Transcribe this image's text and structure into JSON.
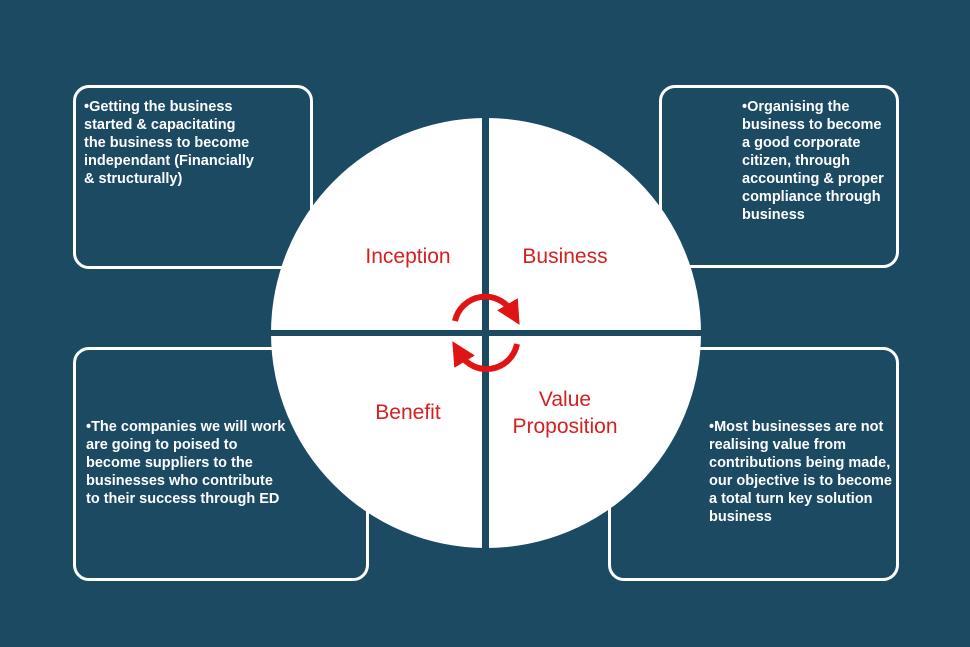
{
  "quadrants": {
    "inception": "Inception",
    "business": "Business",
    "benefit": "Benefit",
    "value_line1": "Value",
    "value_line2": "Proposition"
  },
  "boxes": {
    "top_left": "•Getting the business started & capacitating the business to become independant (Financially & structurally)",
    "top_right": "•Organising the business to become a good corporate citizen, through accounting & proper compliance through business",
    "bottom_left": "•The companies we will work are going to poised to become suppliers to the businesses who contribute to their success through ED",
    "bottom_right": "•Most businesses are not realising value from contributions being made, our objective is to become a total turn key solution business"
  },
  "colors": {
    "background": "#1c4a63",
    "accent": "#e01414"
  },
  "icons": [
    "cycle-arrows-icon"
  ]
}
